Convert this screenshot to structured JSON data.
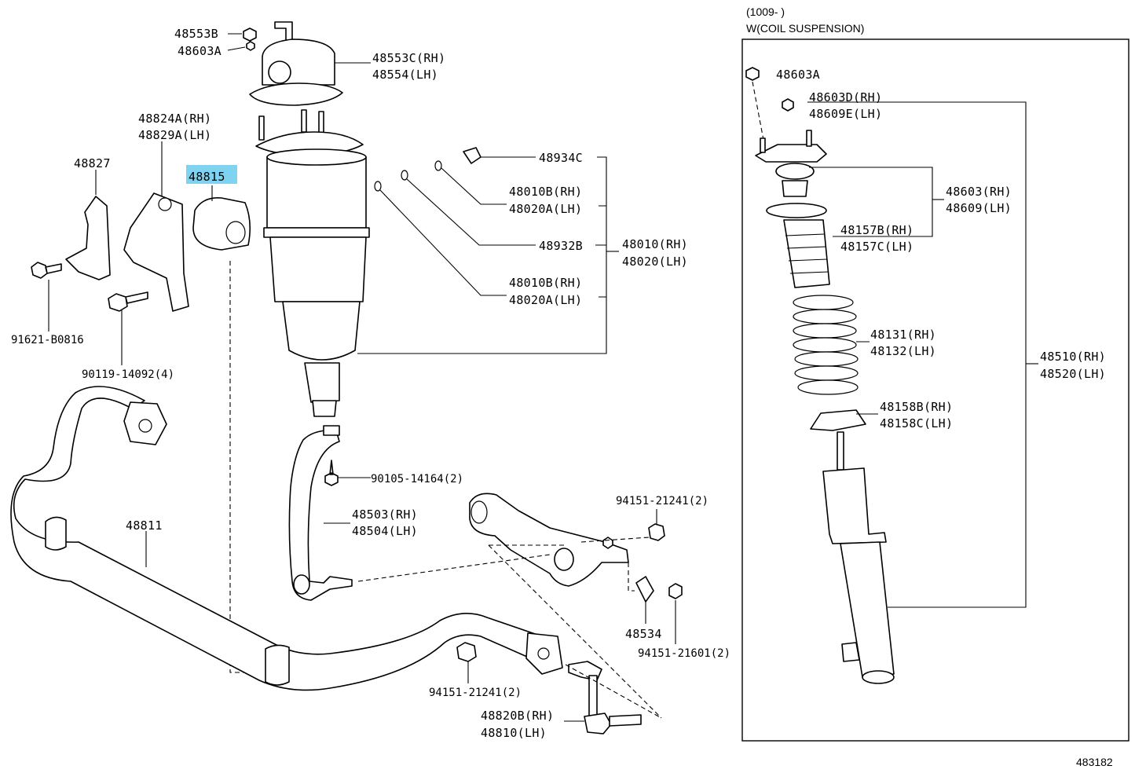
{
  "header": {
    "date_range": "(1009-    )",
    "variant": "W(COIL SUSPENSION)"
  },
  "diagram_id": "483182",
  "highlight_color": "#7fd3f0",
  "callouts": {
    "p48553B": "48553B",
    "p48603A_top": "48603A",
    "p48553C": "48553C(RH)",
    "p48554": "48554(LH)",
    "p48824A": "48824A(RH)",
    "p48829A": "48829A(LH)",
    "p48827": "48827",
    "p48815": "48815",
    "p91621": "91621-B0816",
    "p90119": "90119-14092(4)",
    "p48934C": "48934C",
    "p48010B_1": "48010B(RH)",
    "p48020A_1": "48020A(LH)",
    "p48932B": "48932B",
    "p48010": "48010(RH)",
    "p48020": "48020(LH)",
    "p48010B_2": "48010B(RH)",
    "p48020A_2": "48020A(LH)",
    "p90105": "90105-14164(2)",
    "p48503": "48503(RH)",
    "p48504": "48504(LH)",
    "p48811": "48811",
    "p94151_21241_a": "94151-21241(2)",
    "p48534": "48534",
    "p94151_21601": "94151-21601(2)",
    "p94151_21241_b": "94151-21241(2)",
    "p48820B": "48820B(RH)",
    "p48810": "48810(LH)",
    "p48603A_r": "48603A",
    "p48603D": "48603D(RH)",
    "p48609E": "48609E(LH)",
    "p48603": "48603(RH)",
    "p48609": "48609(LH)",
    "p48157B": "48157B(RH)",
    "p48157C": "48157C(LH)",
    "p48131": "48131(RH)",
    "p48132": "48132(LH)",
    "p48510": "48510(RH)",
    "p48520": "48520(LH)",
    "p48158B": "48158B(RH)",
    "p48158C": "48158C(LH)"
  }
}
